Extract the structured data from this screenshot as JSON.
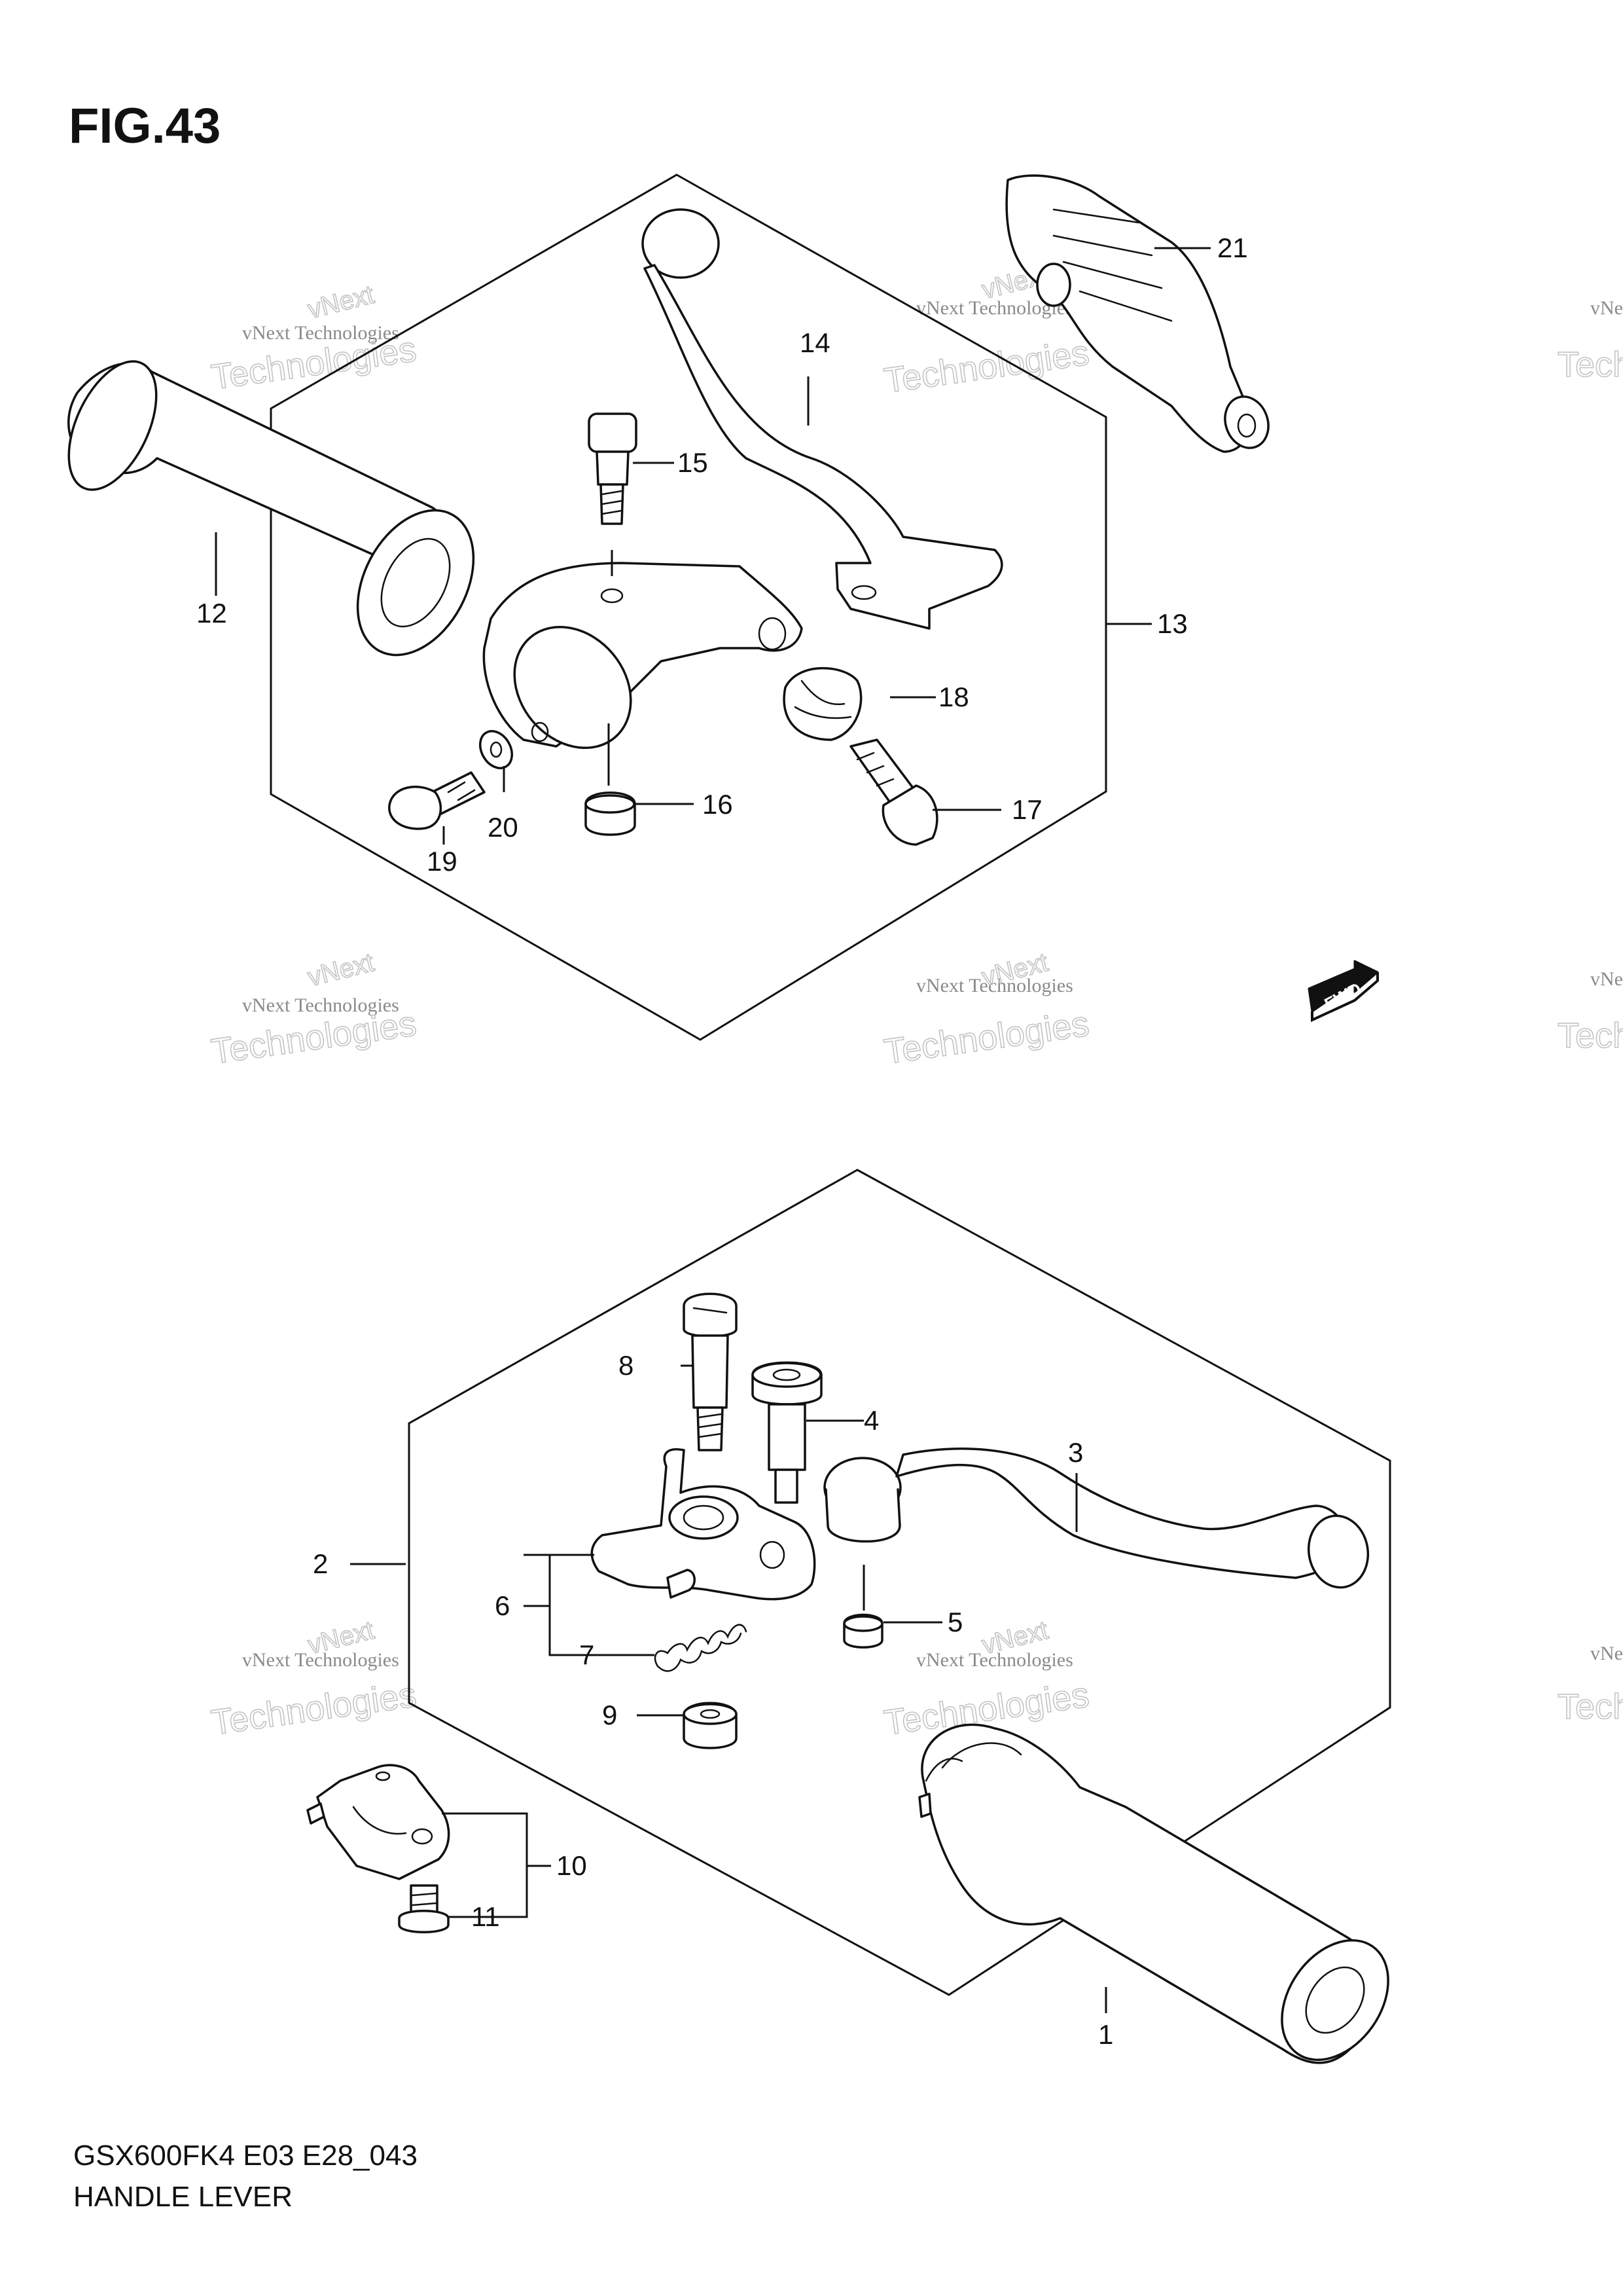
{
  "figure_title": "FIG.43",
  "footer": {
    "code": "GSX600FK4 E03 E28_043",
    "name": "HANDLE LEVER"
  },
  "watermark": {
    "company": "vNext Technologies",
    "stamp_top": "vNext",
    "stamp_bottom": "Technologies"
  },
  "fwd_badge": "FWD",
  "callouts": [
    "1",
    "2",
    "3",
    "4",
    "5",
    "6",
    "7",
    "8",
    "9",
    "10",
    "11",
    "12",
    "13",
    "14",
    "15",
    "16",
    "17",
    "18",
    "19",
    "20",
    "21"
  ]
}
